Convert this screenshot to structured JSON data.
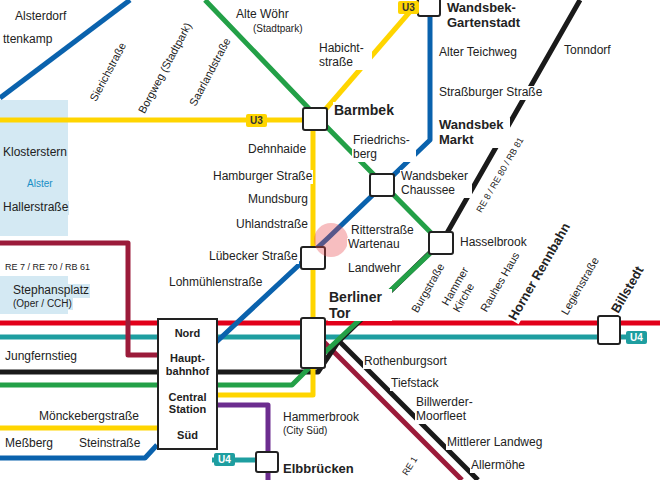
{
  "diagram": {
    "nodes": [
      {
        "text": [
          "U3"
        ]
      },
      {
        "text": [
          "U3"
        ]
      },
      {
        "text": [
          "Nord",
          "Haupt- bahnhof",
          "Central Station",
          "Süd"
        ]
      },
      {
        "text": [
          "U4"
        ]
      },
      {
        "text": [
          "U4"
        ]
      }
    ],
    "labels": [
      "Alsterdorf",
      "ttenkamp",
      "Sierichstraße",
      "Borgweg (Stadtpark)",
      "Saarlandstraße",
      "Alte Wöhr",
      "(Stadtpark)",
      "Habicht- straße",
      "Dehnhaide",
      "Hamburger Straße",
      "Mundsburg",
      "Uhlandstraße",
      "Lübecker Straße",
      "Lohmühlenstraße",
      "Barmbek",
      "Friedrichs- berg",
      "Wandsbek Markt",
      "Straßburger Straße",
      "Alter Teichweg",
      "Wandsbek- Gartenstadt",
      "Tonndorf",
      "Wandsbeker Chaussee",
      "RE 8 / RE 80 / RB 81",
      "Ritterstraße",
      "Wartenau",
      "Landwehr",
      "Hasselbrook",
      "Burgstraße",
      "Hammer Kirche",
      "Rauhes Haus",
      "Horner Rennbahn",
      "Legienstraße",
      "Billstedt",
      "Berliner Tor",
      "RE 7 / RE 70 / RB 61",
      "Stephansplatz",
      "(Oper / CCH)",
      "Jungfernstieg",
      "Mönckebergstraße",
      "Meßberg",
      "Steinstraße",
      "Hammerbrook",
      "(City Süd)",
      "Elbbrücken",
      "Rothenburgsort",
      "Tiefstack",
      "Billwerder- Moorfleet",
      "Mittlerer Landweg",
      "Allermöhe",
      "RE 1",
      "Klosterstern",
      "Alster",
      "Hallerstraße"
    ]
  }
}
